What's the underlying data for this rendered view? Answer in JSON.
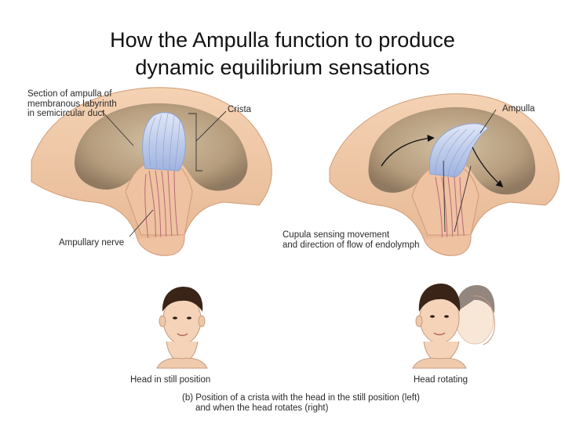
{
  "title": {
    "line1": "How the Ampulla function to produce",
    "line2": "dynamic equilibrium sensations"
  },
  "labels": {
    "section_line1": "Section of ampulla of",
    "section_line2": "membranous labyrinth",
    "section_line3": "in semicircular duct",
    "crista": "Crista",
    "ampulla": "Ampulla",
    "ampullary_nerve": "Ampullary nerve",
    "cupula_line1": "Cupula sensing movement",
    "cupula_line2": "and direction of flow of endolymph",
    "head_still": "Head in still position",
    "head_rotating": "Head rotating",
    "caption_line1": "(b) Position of a crista with the head in the still position (left)",
    "caption_line2": "and when the head rotates (right)"
  },
  "colors": {
    "tissue": "#efc7a4",
    "tissue_edge": "#d5a07c",
    "cavity": "#bfa88a",
    "cupula": "#b9c8e8",
    "nerve": "#b86a78",
    "skin": "#f4d3b8",
    "hair": "#3a2418"
  }
}
